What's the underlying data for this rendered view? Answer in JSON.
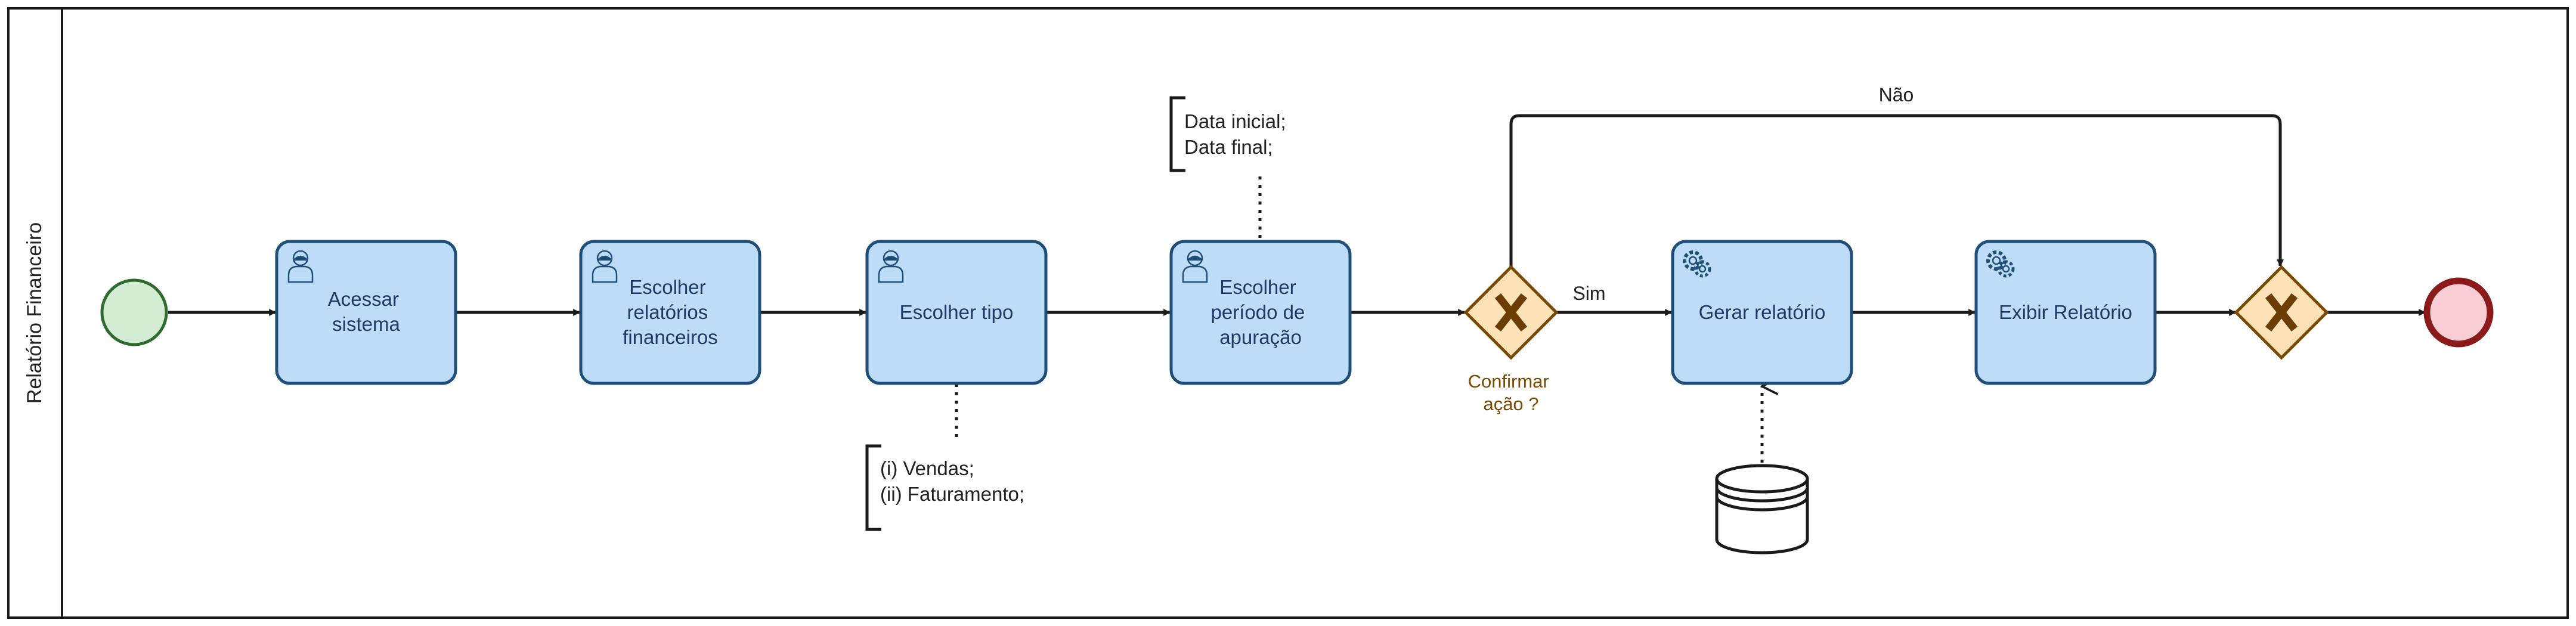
{
  "pool": {
    "label": "Relatório Financeiro"
  },
  "tasks": [
    {
      "id": "t1",
      "kind": "user",
      "lines": [
        "Acessar",
        "sistema"
      ]
    },
    {
      "id": "t2",
      "kind": "user",
      "lines": [
        "Escolher",
        "relatórios",
        "financeiros"
      ]
    },
    {
      "id": "t3",
      "kind": "user",
      "lines": [
        "Escolher tipo"
      ]
    },
    {
      "id": "t4",
      "kind": "user",
      "lines": [
        "Escolher",
        "período de",
        "apuração"
      ]
    },
    {
      "id": "t5",
      "kind": "service",
      "lines": [
        "Gerar relatório"
      ]
    },
    {
      "id": "t6",
      "kind": "service",
      "lines": [
        "Exibir Relatório"
      ]
    }
  ],
  "gateways": [
    {
      "id": "g1",
      "label_lines": [
        "Confirmar",
        "ação ?"
      ]
    },
    {
      "id": "g2",
      "label_lines": []
    }
  ],
  "flows": {
    "yes": "Sim",
    "no": "Não"
  },
  "annotations": {
    "period": [
      "Data inicial;",
      "Data final;"
    ],
    "type": [
      "(i) Vendas;",
      "(ii) Faturamento;"
    ]
  },
  "colors": {
    "task_fill": "#bddcf7",
    "task_stroke": "#1f4e79",
    "start_fill": "#d5ecd4",
    "start_stroke": "#2e6b2e",
    "end_fill": "#f8cdd3",
    "end_stroke": "#8b1a1a",
    "gateway_fill": "#fde3b7",
    "gateway_stroke": "#7a4a00"
  }
}
